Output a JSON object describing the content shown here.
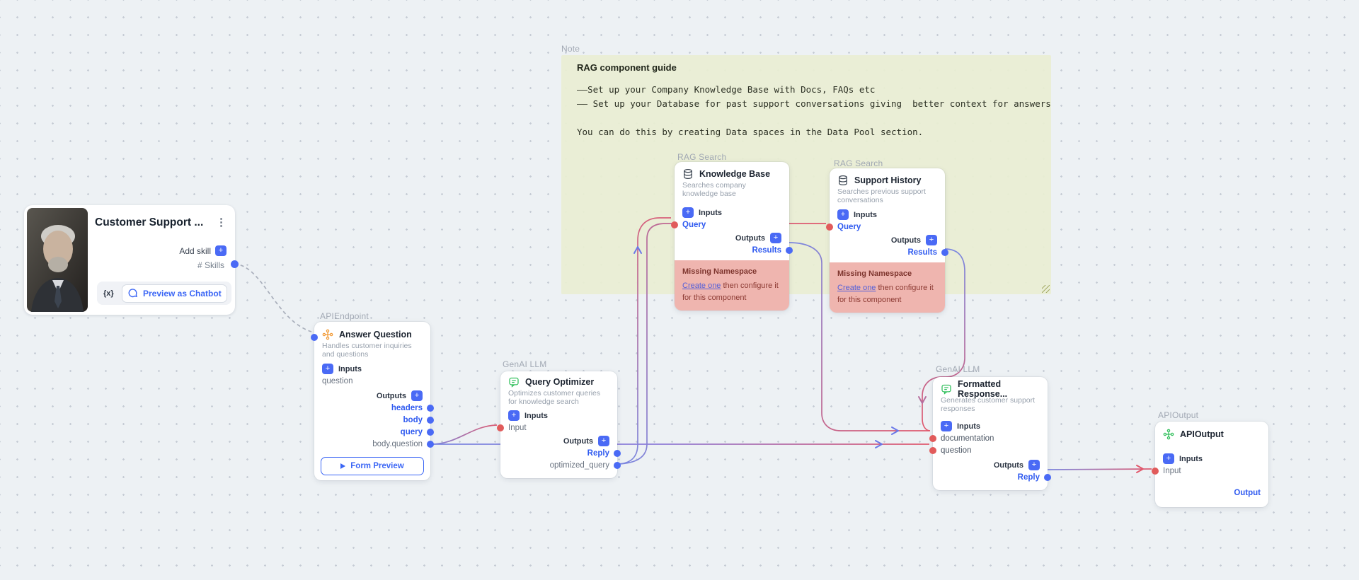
{
  "colors": {
    "accent_blue": "#4a6af5",
    "handle_red": "#e15b5b",
    "edge_indigo": "#7b87e0",
    "edge_red": "#e2586b",
    "note_bg": "#e9eed3",
    "warning_bg": "#efb5af"
  },
  "note": {
    "group_label": "Note",
    "title": "RAG component guide",
    "lines": [
      "——Set up your Company Knowledge Base with Docs, FAQs etc",
      "—— Set up your Database for past support conversations giving  better context for answers",
      "",
      "You can do this by creating Data spaces in the Data Pool section."
    ]
  },
  "agent_card": {
    "title": "Customer Support ...",
    "add_skill_label": "Add skill",
    "skills_port_label": "# Skills",
    "code_button_label": "{x}",
    "preview_button_label": "Preview as Chatbot"
  },
  "nodes": {
    "answer_question": {
      "group": "APIEndpoint",
      "icon": "api-endpoint-icon",
      "title": "Answer Question",
      "subtitle": "Handles customer inquiries and questions",
      "inputs_label": "Inputs",
      "outputs_label": "Outputs",
      "inputs": [
        {
          "label": "question"
        }
      ],
      "outputs": [
        {
          "label": "headers"
        },
        {
          "label": "body"
        },
        {
          "label": "query"
        },
        {
          "label": "body.question"
        }
      ],
      "button_label": "Form Preview"
    },
    "query_optimizer": {
      "group": "GenAI LLM",
      "icon": "chat-llm-icon",
      "title": "Query Optimizer",
      "subtitle": "Optimizes customer queries for knowledge search",
      "inputs_label": "Inputs",
      "outputs_label": "Outputs",
      "inputs": [
        {
          "label": "Input"
        }
      ],
      "outputs": [
        {
          "label": "Reply"
        },
        {
          "label": "optimized_query"
        }
      ]
    },
    "knowledge_base": {
      "group": "RAG Search",
      "icon": "database-icon",
      "title": "Knowledge Base",
      "subtitle": "Searches company knowledge base",
      "inputs_label": "Inputs",
      "outputs_label": "Outputs",
      "inputs": [
        {
          "label": "Query"
        }
      ],
      "outputs": [
        {
          "label": "Results"
        }
      ],
      "warning": {
        "title": "Missing Namespace",
        "link": "Create one",
        "rest": " then configure it for this component"
      }
    },
    "support_history": {
      "group": "RAG Search",
      "icon": "database-icon",
      "title": "Support History",
      "subtitle": "Searches previous support conversations",
      "inputs_label": "Inputs",
      "outputs_label": "Outputs",
      "inputs": [
        {
          "label": "Query"
        }
      ],
      "outputs": [
        {
          "label": "Results"
        }
      ],
      "warning": {
        "title": "Missing Namespace",
        "link": "Create one",
        "rest": " then configure it for this component"
      }
    },
    "formatted_response": {
      "group": "GenAI LLM",
      "icon": "chat-llm-icon",
      "title": "Formatted Response...",
      "subtitle": "Generates customer support responses",
      "inputs_label": "Inputs",
      "outputs_label": "Outputs",
      "inputs": [
        {
          "label": "documentation"
        },
        {
          "label": "question"
        }
      ],
      "outputs": [
        {
          "label": "Reply"
        }
      ]
    },
    "api_output": {
      "group": "APIOutput",
      "icon": "api-output-icon",
      "title": "APIOutput",
      "inputs_label": "Inputs",
      "inputs": [
        {
          "label": "Input"
        }
      ],
      "output_label": "Output"
    }
  }
}
